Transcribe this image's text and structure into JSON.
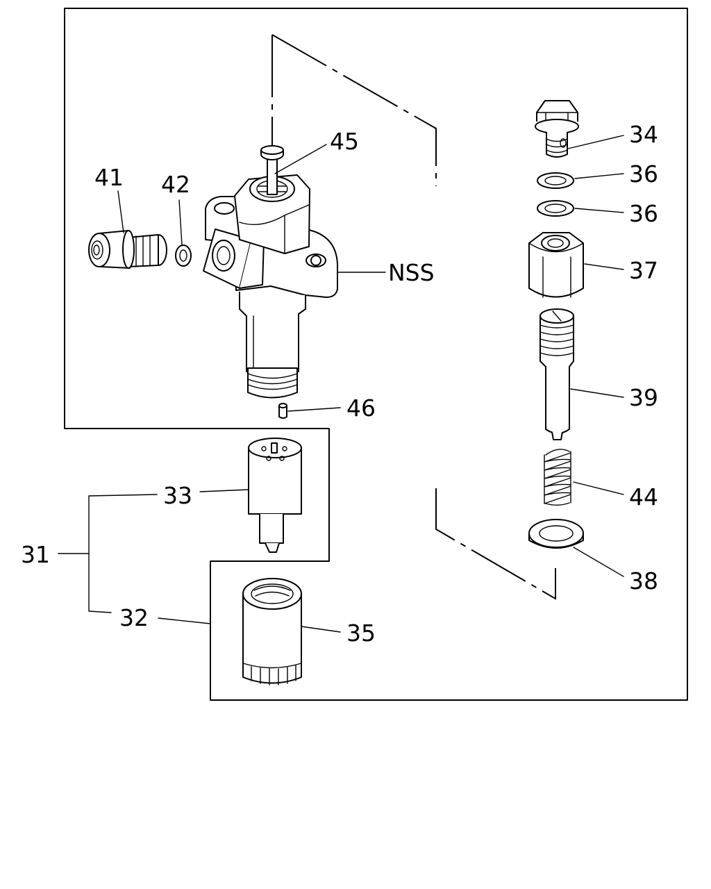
{
  "callouts": {
    "c31": "31",
    "c32": "32",
    "c33": "33",
    "c34": "34",
    "c35": "35",
    "c36a": "36",
    "c36b": "36",
    "c37": "37",
    "c38": "38",
    "c39": "39",
    "c41": "41",
    "c42": "42",
    "c44": "44",
    "c45": "45",
    "c46": "46",
    "nss": "NSS"
  }
}
